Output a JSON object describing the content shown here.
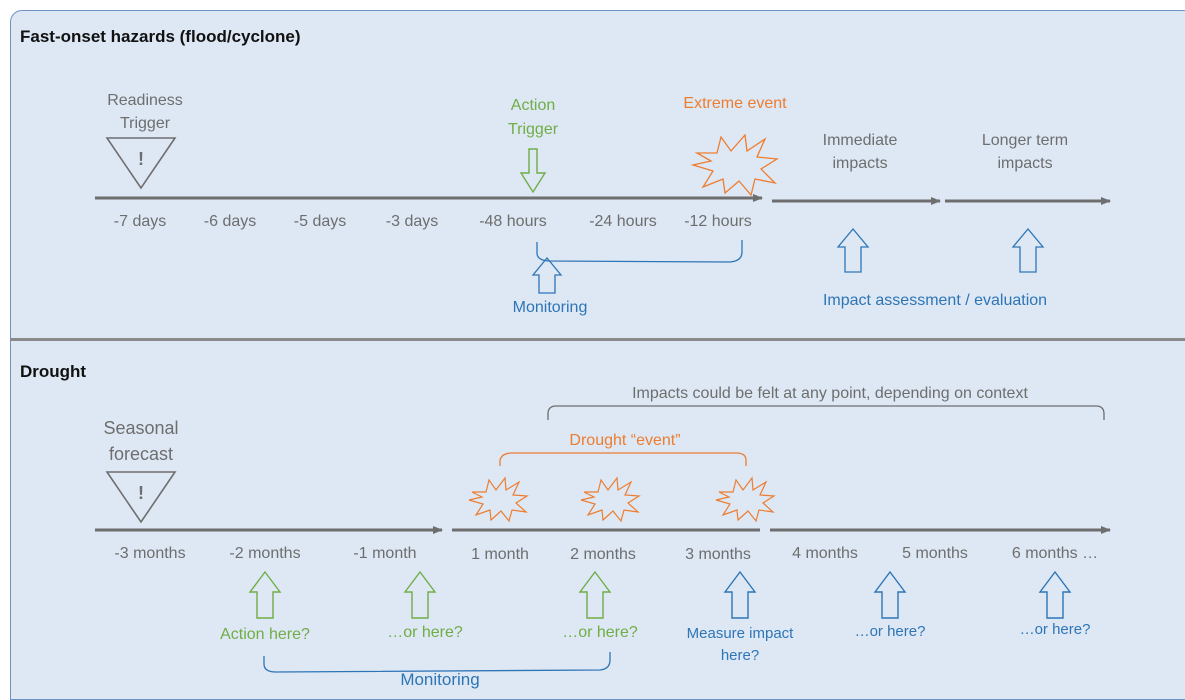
{
  "fast": {
    "title": "Fast-onset hazards (flood/cyclone)",
    "readiness_trigger": [
      "Readiness",
      "Trigger"
    ],
    "warning_mark": "!",
    "action_trigger": [
      "Action",
      "Trigger"
    ],
    "extreme_event": "Extreme event",
    "immediate_impacts": [
      "Immediate",
      "impacts"
    ],
    "longer_term_impacts": [
      "Longer term",
      "impacts"
    ],
    "ticks": [
      "-7 days",
      "-6 days",
      "-5 days",
      "-3 days",
      "-48 hours",
      "-24 hours",
      "-12 hours"
    ],
    "monitoring": "Monitoring",
    "impact_assessment": "Impact assessment / evaluation"
  },
  "drought": {
    "title": "Drought",
    "impacts_note": "Impacts could be felt at any point, depending on context",
    "seasonal_forecast": [
      "Seasonal",
      "forecast"
    ],
    "warning_mark": "!",
    "drought_event": "Drought “event”",
    "ticks": [
      "-3 months",
      "-2 months",
      "-1 month",
      "1 month",
      "2 months",
      "3 months",
      "4 months",
      "5 months",
      "6 months …"
    ],
    "action_here": "Action here?",
    "or_here": "…or here?",
    "measure_impact": [
      "Measure impact",
      "here?"
    ],
    "monitoring": "Monitoring"
  },
  "colors": {
    "panel_bg": "#dde8f4",
    "grey": "#6e6e6e",
    "green": "#70ad47",
    "orange": "#ed7d31",
    "blue": "#2e75b6"
  }
}
